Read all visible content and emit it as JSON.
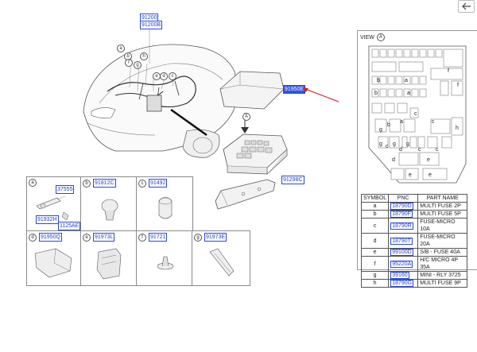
{
  "toolbar": {
    "back_icon": "arrow-left-icon"
  },
  "main": {
    "view_label": "VIEW",
    "view_marker": "A",
    "callouts": {
      "top1": "91200",
      "top2": "91200B",
      "fusebox": "91950E",
      "bracket": "91298C"
    },
    "circle_labels": [
      "a",
      "b",
      "c",
      "d",
      "e",
      "f",
      "g",
      "h"
    ],
    "marker_a": "A"
  },
  "grid_cells": [
    {
      "letter": "a",
      "pncs": [
        "37555",
        "91932H",
        "1125AE"
      ]
    },
    {
      "letter": "b",
      "pncs": [
        "91812C"
      ]
    },
    {
      "letter": "c",
      "pncs": [
        "91492"
      ]
    },
    {
      "letter": "d",
      "pncs": [
        "91950Q"
      ]
    },
    {
      "letter": "e",
      "pncs": [
        "91973L"
      ]
    },
    {
      "letter": "f",
      "pncs": [
        "91721"
      ]
    },
    {
      "letter": "g",
      "pncs": [
        "91973E"
      ]
    }
  ],
  "fuse_letters": [
    "f",
    "f",
    "b",
    "a",
    "b",
    "a",
    "c",
    "a",
    "b",
    "h",
    "g",
    "c",
    "g",
    "g",
    "g",
    "c",
    "c",
    "d",
    "e",
    "e",
    "c",
    "e",
    "d"
  ],
  "legend": {
    "headers": [
      "SYMBOL",
      "PNC",
      "PART NAME"
    ],
    "rows": [
      {
        "symbol": "a",
        "pnc": "18790D",
        "name": "MULTI FUSE 2P"
      },
      {
        "symbol": "b",
        "pnc": "18790F",
        "name": "MULTI FUSE 5P"
      },
      {
        "symbol": "c",
        "pnc": "18790R",
        "name": "FUSE-MICRO 10A"
      },
      {
        "symbol": "d",
        "pnc": "18790T",
        "name": "FUSE-MICRO 20A"
      },
      {
        "symbol": "e",
        "pnc": "99100D",
        "name": "S/B - FUSE 40A"
      },
      {
        "symbol": "f",
        "pnc": "95220A",
        "name": "H/C MICRO 4P 35A"
      },
      {
        "symbol": "g",
        "pnc": "39160",
        "name": "MINI - RLY 3725"
      },
      {
        "symbol": "h",
        "pnc": "18790G",
        "name": "MULTI FUSE 9P"
      }
    ]
  }
}
